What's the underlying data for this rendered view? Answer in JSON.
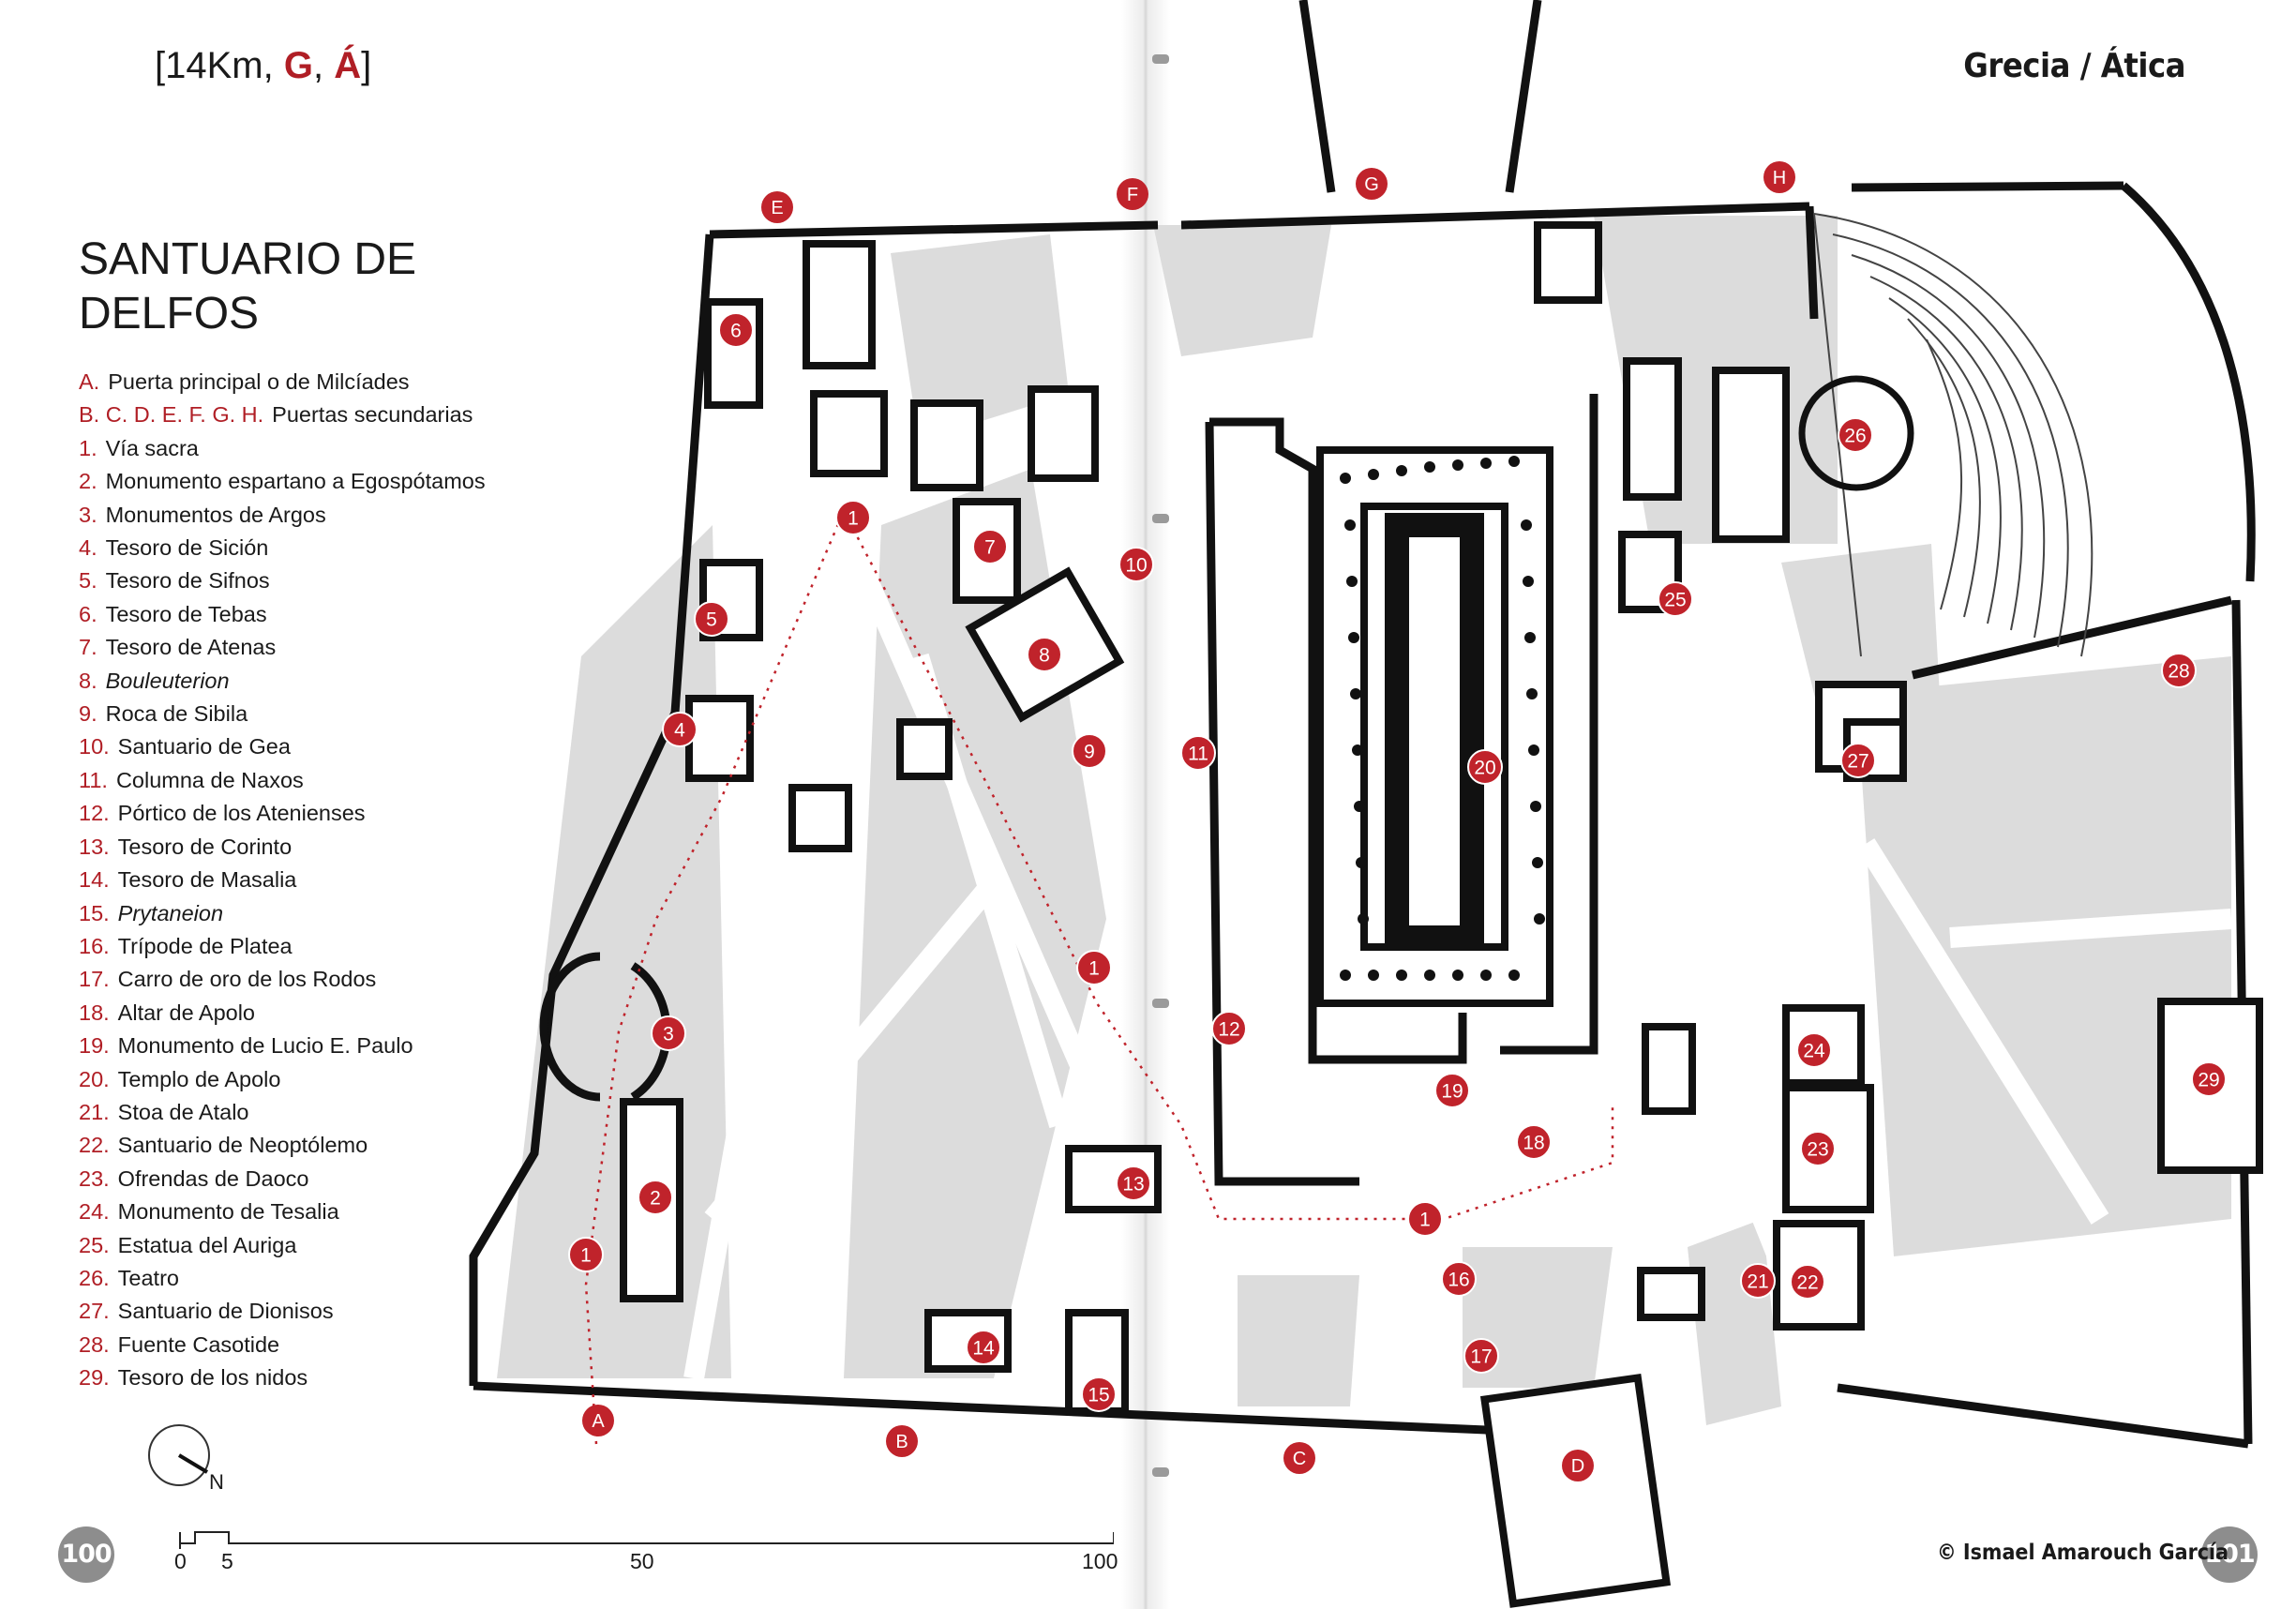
{
  "header": {
    "left_prefix": "[14Km, ",
    "left_g": "G",
    "left_sep": ", ",
    "left_a": "Á",
    "left_suffix": "]",
    "right": "Grecia / Ática"
  },
  "title": {
    "line1": "SANTUARIO DE",
    "line2": "DELFOS"
  },
  "legend": [
    {
      "key": "A.",
      "label": "Puerta principal o de Milcíades",
      "italic": false
    },
    {
      "key": "B. C. D. E. F. G. H.",
      "label": "Puertas secundarias",
      "italic": false
    },
    {
      "key": "1.",
      "label": "Vía sacra",
      "italic": false
    },
    {
      "key": "2.",
      "label": "Monumento espartano a Egospótamos",
      "italic": false
    },
    {
      "key": "3.",
      "label": "Monumentos de Argos",
      "italic": false
    },
    {
      "key": "4.",
      "label": "Tesoro de Sición",
      "italic": false
    },
    {
      "key": "5.",
      "label": "Tesoro de Sifnos",
      "italic": false
    },
    {
      "key": "6.",
      "label": "Tesoro de Tebas",
      "italic": false
    },
    {
      "key": "7.",
      "label": "Tesoro de Atenas",
      "italic": false
    },
    {
      "key": "8.",
      "label": "Bouleuterion",
      "italic": true
    },
    {
      "key": "9.",
      "label": "Roca de Sibila",
      "italic": false
    },
    {
      "key": "10.",
      "label": "Santuario de Gea",
      "italic": false
    },
    {
      "key": "11.",
      "label": "Columna de Naxos",
      "italic": false
    },
    {
      "key": "12.",
      "label": "Pórtico de los Atenienses",
      "italic": false
    },
    {
      "key": "13.",
      "label": "Tesoro de Corinto",
      "italic": false
    },
    {
      "key": "14.",
      "label": "Tesoro de Masalia",
      "italic": false
    },
    {
      "key": "15.",
      "label": "Prytaneion",
      "italic": true
    },
    {
      "key": "16.",
      "label": "Trípode de Platea",
      "italic": false
    },
    {
      "key": "17.",
      "label": "Carro de oro de los Rodos",
      "italic": false
    },
    {
      "key": "18.",
      "label": "Altar de Apolo",
      "italic": false
    },
    {
      "key": "19.",
      "label": "Monumento de Lucio E. Paulo",
      "italic": false
    },
    {
      "key": "20.",
      "label": "Templo de Apolo",
      "italic": false
    },
    {
      "key": "21.",
      "label": "Stoa de Atalo",
      "italic": false
    },
    {
      "key": "22.",
      "label": "Santuario de Neoptólemo",
      "italic": false
    },
    {
      "key": "23.",
      "label": "Ofrendas de Daoco",
      "italic": false
    },
    {
      "key": "24.",
      "label": "Monumento de Tesalia",
      "italic": false
    },
    {
      "key": "25.",
      "label": "Estatua del Auriga",
      "italic": false
    },
    {
      "key": "26.",
      "label": "Teatro",
      "italic": false
    },
    {
      "key": "27.",
      "label": "Santuario de Dionisos",
      "italic": false
    },
    {
      "key": "28.",
      "label": "Fuente Casotide",
      "italic": false
    },
    {
      "key": "29.",
      "label": "Tesoro de los nidos",
      "italic": false
    }
  ],
  "compass_label": "N",
  "scale_labels": [
    "0",
    "5",
    "50",
    "100"
  ],
  "page_numbers": {
    "left": "100",
    "right": "101"
  },
  "credit": "© Ismael Amarouch García",
  "colors": {
    "accent_red": "#c0232b",
    "wall": "#111111",
    "terrain_gray": "#dcdcdc"
  },
  "map": {
    "gates": [
      "A",
      "B",
      "C",
      "D",
      "E",
      "F",
      "G",
      "H"
    ],
    "monuments": [
      "1",
      "1",
      "1",
      "1",
      "2",
      "3",
      "4",
      "5",
      "6",
      "7",
      "8",
      "9",
      "10",
      "11",
      "12",
      "13",
      "14",
      "15",
      "16",
      "17",
      "18",
      "19",
      "20",
      "21",
      "22",
      "23",
      "24",
      "25",
      "26",
      "27",
      "28",
      "29"
    ]
  }
}
